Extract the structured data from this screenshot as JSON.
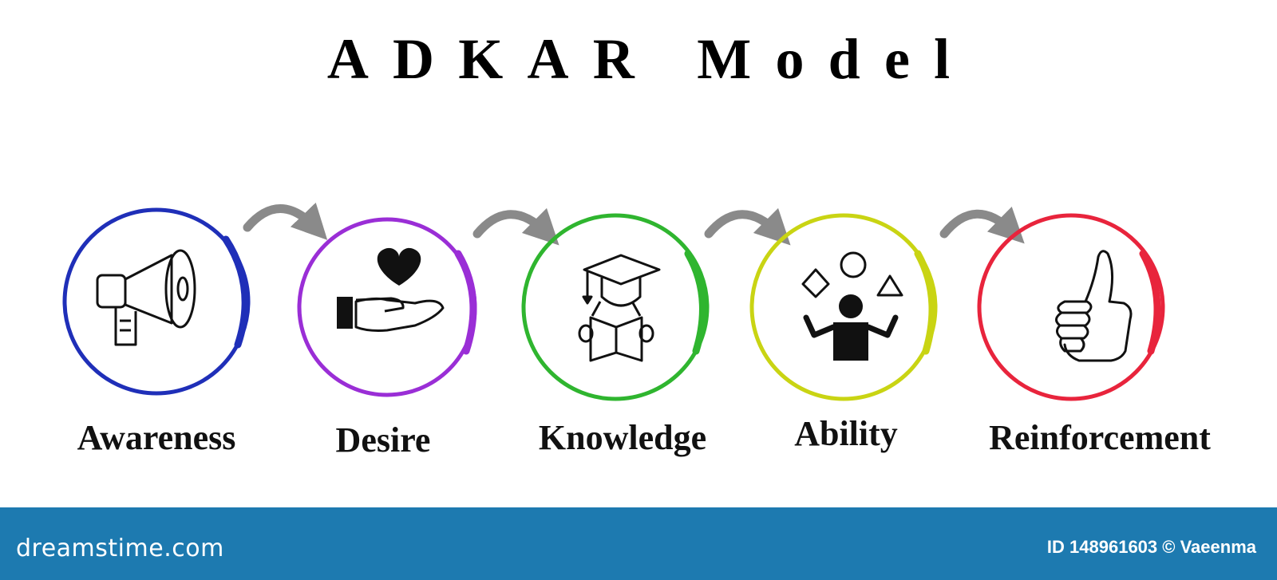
{
  "title": "ADKAR Model",
  "stages": [
    {
      "label": "Awareness",
      "icon": "megaphone-icon",
      "color": "#1f2fb8"
    },
    {
      "label": "Desire",
      "icon": "heart-in-hand-icon",
      "color": "#9a2ed6"
    },
    {
      "label": "Knowledge",
      "icon": "graduate-reading-icon",
      "color": "#2fb52f"
    },
    {
      "label": "Ability",
      "icon": "juggling-person-icon",
      "color": "#c9d413"
    },
    {
      "label": "Reinforcement",
      "icon": "thumbs-up-icon",
      "color": "#e8243c"
    }
  ],
  "arrow_color": "#8a8a8a",
  "footer": {
    "brand": "dreamstime.com",
    "credit": "ID 148961603 © Vaeenma",
    "background": "#1d7ab0"
  }
}
